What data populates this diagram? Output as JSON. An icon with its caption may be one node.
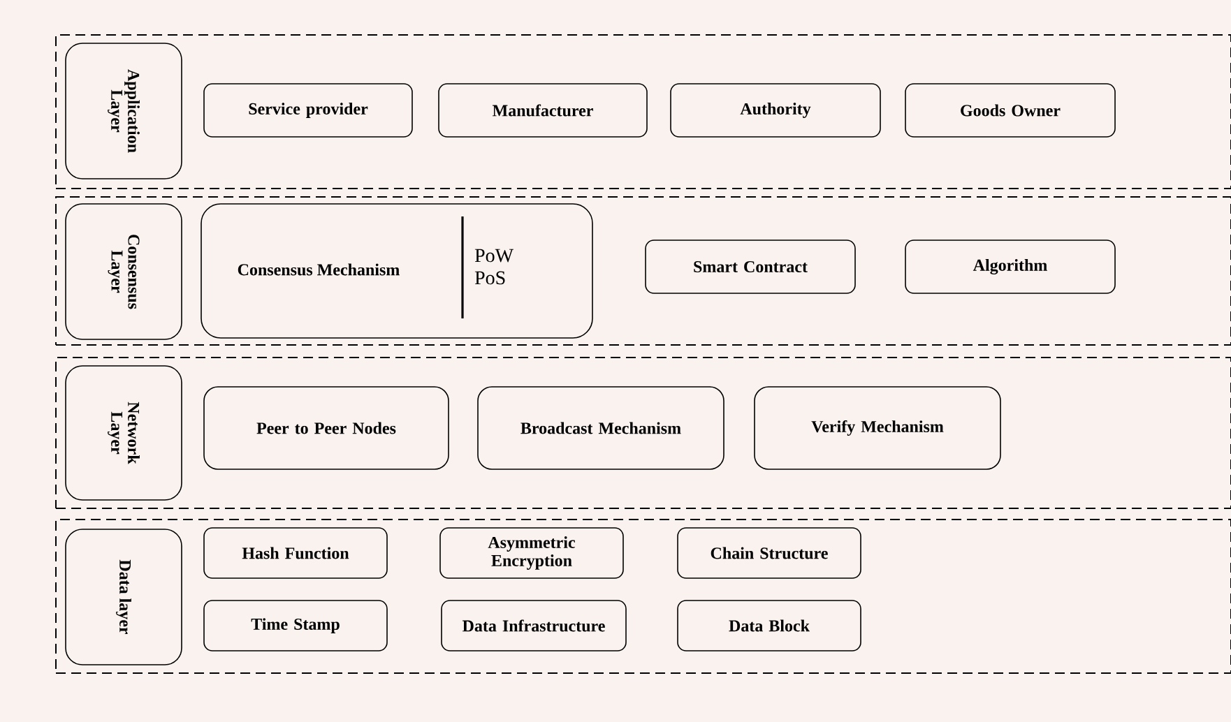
{
  "diagram": {
    "nodes": [
      {
        "text": [],
        "shape": "box"
      },
      {
        "text": [
          "Application Layer"
        ],
        "in": 0
      },
      {
        "text": [
          "Service provider"
        ],
        "in": 0
      },
      {
        "text": [
          "Manufacturer"
        ],
        "in": 0
      },
      {
        "text": [
          "Authority"
        ],
        "in": 0
      },
      {
        "text": [
          "Goods Owner"
        ],
        "in": 0
      },
      {
        "text": [],
        "shape": "box"
      },
      {
        "text": [
          "Consensus Layer"
        ],
        "in": 6
      },
      {
        "text": [
          "Consensus Mechanism",
          "PoW PoS"
        ],
        "in": 6
      },
      {
        "text": [
          "Smart Contract"
        ],
        "in": 6
      },
      {
        "text": [
          "Algorithm"
        ],
        "in": 6
      },
      {
        "text": [],
        "shape": "box"
      },
      {
        "text": [
          "Network Layer"
        ],
        "in": 11
      },
      {
        "text": [
          "Peer to Peer Nodes"
        ],
        "in": 11
      },
      {
        "text": [
          "Broadcast Mechanism"
        ],
        "in": 11
      },
      {
        "text": [
          "Verify Mechanism"
        ],
        "in": 11
      },
      {
        "text": [],
        "shape": "box"
      },
      {
        "text": [
          "Data layer"
        ],
        "in": 16
      },
      {
        "text": [
          "Hash Function"
        ],
        "in": 16
      },
      {
        "text": [
          "Asymmetric Encryption"
        ],
        "in": 16
      },
      {
        "text": [
          "Chain Structure"
        ],
        "in": 16
      },
      {
        "text": [
          "Time Stamp"
        ],
        "in": 16
      },
      {
        "text": [
          "Data Infrastructure"
        ],
        "in": 16
      },
      {
        "text": [
          "Data Block"
        ],
        "in": 16
      }
    ]
  }
}
